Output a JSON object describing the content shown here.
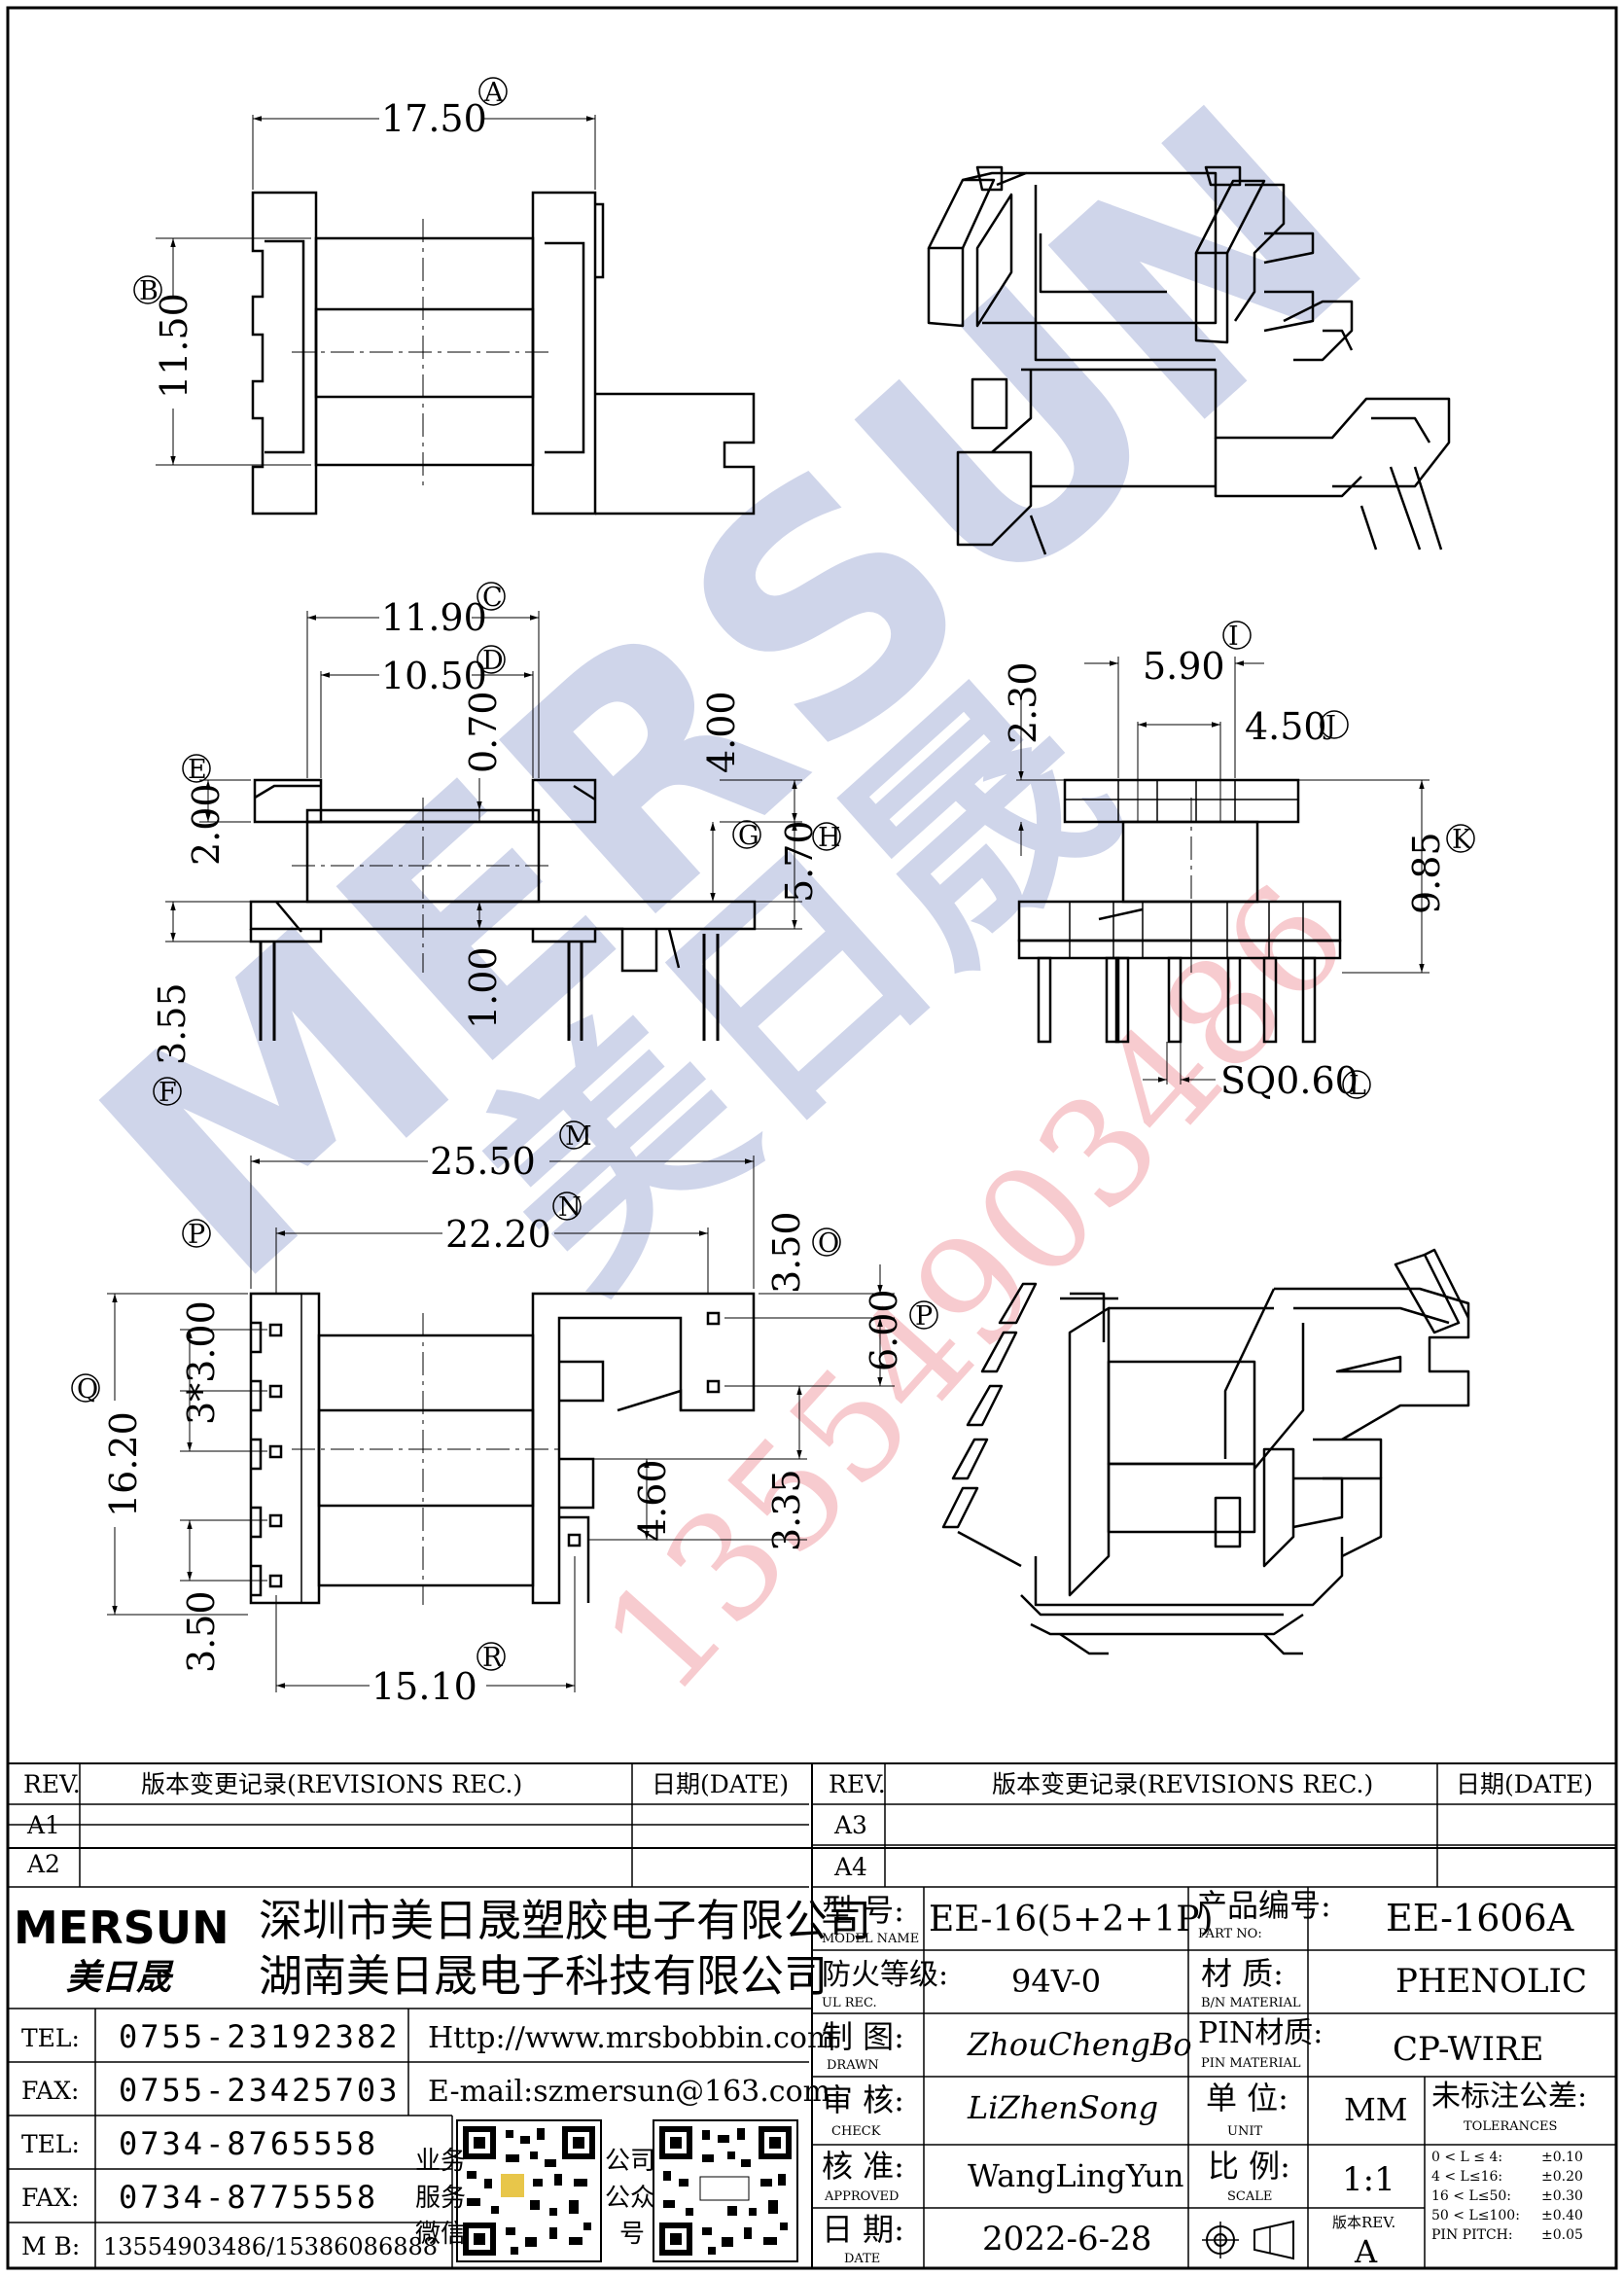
{
  "dimensions": {
    "top_view": {
      "width": "17.50",
      "height": "11.50",
      "label_a": "A",
      "label_b": "B"
    },
    "front_view": {
      "w_outer": "11.90",
      "w_inner": "10.50",
      "d070": "0.70",
      "d400": "4.00",
      "d200": "2.00",
      "d570": "5.70",
      "d100": "1.00",
      "d355": "3.55",
      "label_c": "C",
      "label_d": "D",
      "label_e": "E",
      "label_f": "F",
      "label_g": "G",
      "label_h": "H"
    },
    "side_view": {
      "d590": "5.90",
      "d450": "4.50",
      "d230": "2.30",
      "d985": "9.85",
      "sq": "SQ0.60",
      "label_i": "I",
      "label_j": "J",
      "label_k": "K",
      "label_l": "L"
    },
    "bottom_view": {
      "d2550": "25.50",
      "d2220": "22.20",
      "d350a": "3.50",
      "d600": "6.00",
      "d300": "3*3.00",
      "d1620": "16.20",
      "d460": "4.60",
      "d335": "3.35",
      "d350b": "3.50",
      "d1510": "15.10",
      "label_m": "M",
      "label_n": "N",
      "label_o": "O",
      "label_p": "P",
      "label_p2": "P",
      "label_q": "Q",
      "label_r": "R"
    }
  },
  "watermark": {
    "brand": "MERSUN",
    "cn": "美日晟",
    "phone": "13554903486"
  },
  "revisions": {
    "left": {
      "rev_h": "REV.",
      "rec_h": "版本变更记录(REVISIONS REC.)",
      "date_h": "日期(DATE)",
      "rows": [
        "A1",
        "A2"
      ]
    },
    "right": {
      "rev_h": "REV.",
      "rec_h": "版本变更记录(REVISIONS REC.)",
      "date_h": "日期(DATE)",
      "rows": [
        "A3",
        "A4"
      ]
    }
  },
  "company": {
    "logo": "MERSUN",
    "logo_cn": "美日晟",
    "name1": "深圳市美日晟塑胶电子有限公司",
    "name2": "湖南美日晟电子科技有限公司",
    "tel1_label": "TEL:",
    "tel1": "0755-23192382",
    "fax1_label": "FAX:",
    "fax1": "0755-23425703",
    "tel2_label": "TEL:",
    "tel2": "0734-8765558",
    "fax2_label": "FAX:",
    "fax2": "0734-8775558",
    "mb_label": "M B:",
    "mb": "13554903486/15386086888",
    "web": "Http://www.mrsbobbin.com",
    "email": "E-mail:szmersun@163.com",
    "qr1_caption": [
      "业务",
      "服务",
      "微信"
    ],
    "qr2_caption": [
      "公司",
      "公众",
      "号"
    ]
  },
  "title_block": {
    "model_label": "型 号:",
    "model_sub": "MODEL NAME",
    "model": "EE-16(5+2+1P)",
    "part_label": "产品编号:",
    "part_sub": "PART NO:",
    "part_no": "EE-1606A",
    "ul_label": "防火等级:",
    "ul_sub": "UL REC.",
    "ul": "94V-0",
    "mat_label": "材 质:",
    "mat_sub": "B/N MATERIAL",
    "material": "PHENOLIC",
    "drawn_label": "制 图:",
    "drawn_sub": "DRAWN",
    "drawn": "ZhouChengBo",
    "pin_label": "PIN材质:",
    "pin_sub": "PIN MATERIAL",
    "pin_material": "CP-WIRE",
    "check_label": "审 核:",
    "check_sub": "CHECK",
    "check": "LiZhenSong",
    "unit_label": "单 位:",
    "unit_sub": "UNIT",
    "unit": "MM",
    "tol_label": "未标注公差:",
    "tol_sub": "TOLERANCES",
    "tolerances": [
      {
        "range": "0 < L ≤ 4:",
        "value": "±0.10"
      },
      {
        "range": "4 < L≤16:",
        "value": "±0.20"
      },
      {
        "range": "16 < L≤50:",
        "value": "±0.30"
      },
      {
        "range": "50 < L≤100:",
        "value": "±0.40"
      },
      {
        "range": "PIN PITCH:",
        "value": "±0.05"
      }
    ],
    "approved_label": "核 准:",
    "approved_sub": "APPROVED",
    "approved": "WangLingYun",
    "scale_label": "比 例:",
    "scale_sub": "SCALE",
    "scale": "1:1",
    "date_label": "日 期:",
    "date_sub": "DATE",
    "date": "2022-6-28",
    "ver_label": "版本REV.",
    "version": "A"
  }
}
